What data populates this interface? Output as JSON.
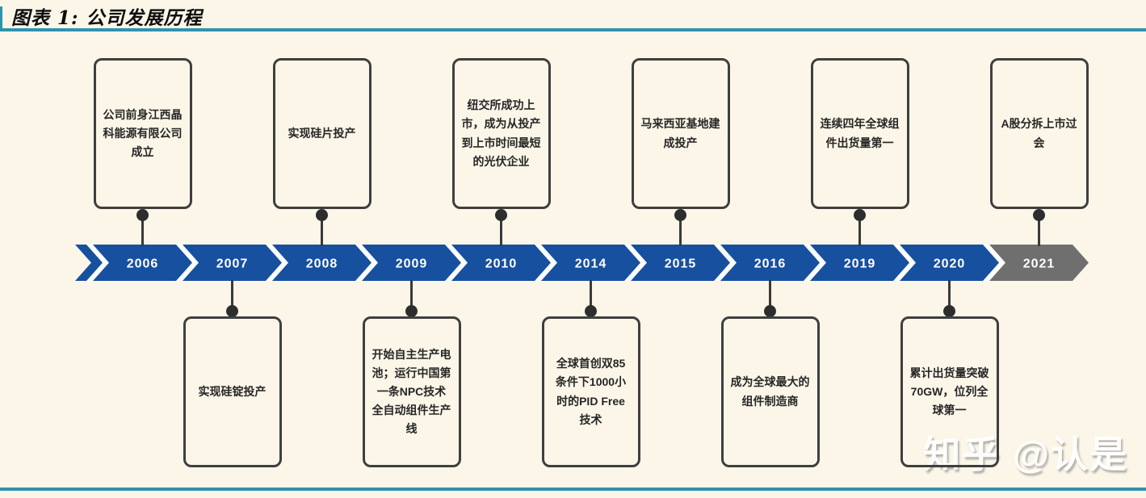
{
  "header": {
    "title": "图表 1: 公司发展历程"
  },
  "colors": {
    "background": "#fbf6e8",
    "accent_teal": "#2e93ad",
    "timeline_blue": "#17509f",
    "timeline_gray": "#6f6f6f",
    "band_gap_white": "#ffffff",
    "year_text": "#ffffff",
    "box_border": "#3f3f3f",
    "box_text": "#262626",
    "connector": "#3a3a3a",
    "connector_dot": "#2d2d2d"
  },
  "timeline": {
    "milestones": [
      {
        "year": "2006",
        "side": "top",
        "segment_color": "blue",
        "text": "公司前身江西晶科能源有限公司成立"
      },
      {
        "year": "2007",
        "side": "bottom",
        "segment_color": "blue",
        "text": "实现硅锭投产"
      },
      {
        "year": "2008",
        "side": "top",
        "segment_color": "blue",
        "text": "实现硅片投产"
      },
      {
        "year": "2009",
        "side": "bottom",
        "segment_color": "blue",
        "text": "开始自主生产电池；运行中国第一条NPC技术全自动组件生产线"
      },
      {
        "year": "2010",
        "side": "top",
        "segment_color": "blue",
        "text": "纽交所成功上市，成为从投产到上市时间最短的光伏企业"
      },
      {
        "year": "2014",
        "side": "bottom",
        "segment_color": "blue",
        "text": "全球首创双85条件下1000小时的PID Free技术"
      },
      {
        "year": "2015",
        "side": "top",
        "segment_color": "blue",
        "text": "马来西亚基地建成投产"
      },
      {
        "year": "2016",
        "side": "bottom",
        "segment_color": "blue",
        "text": "成为全球最大的组件制造商"
      },
      {
        "year": "2019",
        "side": "top",
        "segment_color": "blue",
        "text": "连续四年全球组件出货量第一"
      },
      {
        "year": "2020",
        "side": "bottom",
        "segment_color": "blue",
        "text": "累计出货量突破70GW，位列全球第一"
      },
      {
        "year": "2021",
        "side": "top",
        "segment_color": "gray",
        "text": "A股分拆上市过会"
      }
    ]
  },
  "watermark": {
    "text": "知乎 @认是"
  }
}
